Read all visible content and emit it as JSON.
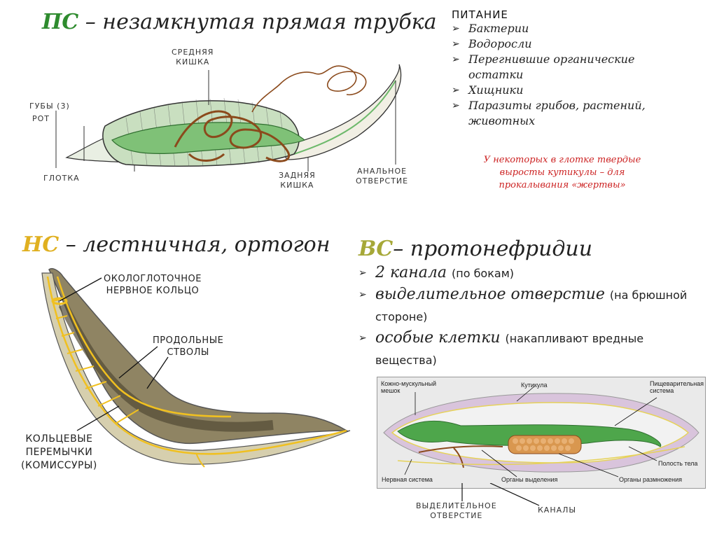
{
  "ps": {
    "code": "ПС",
    "rest": " – незамкнутая прямая трубка",
    "labels": {
      "mid_gut_1": "СРЕДНЯЯ",
      "mid_gut_2": "КИШКА",
      "lips": "ГУБЫ (3)",
      "mouth": "РОТ",
      "pharynx": "ГЛОТКА",
      "hind_gut_1": "ЗАДНЯЯ",
      "hind_gut_2": "КИШКА",
      "anus_1": "АНАЛЬНОЕ",
      "anus_2": "ОТВЕРСТИЕ"
    }
  },
  "nutrition": {
    "title": "ПИТАНИЕ",
    "items": [
      "Бактерии",
      "Водоросли",
      "Перегнившие органические остатки",
      "Хищники",
      "Паразиты грибов, растений, животных"
    ],
    "note": "У некоторых в глотке твердые выросты кутикулы – для прокалывания «жертвы»"
  },
  "ns": {
    "code": "НС",
    "rest": " – лестничная, ортогон",
    "labels": {
      "ring_1": "ОКОЛОГЛОТОЧНОЕ",
      "ring_2": "НЕРВНОЕ КОЛЬЦО",
      "trunks_1": "ПРОДОЛЬНЫЕ",
      "trunks_2": "СТВОЛЫ",
      "comm_1": "КОЛЬЦЕВЫЕ",
      "comm_2": "ПЕРЕМЫЧКИ",
      "comm_3": "(КОМИССУРЫ)"
    }
  },
  "vs": {
    "code": "ВС",
    "rest": "– протонефридии",
    "items": [
      {
        "main": "2 канала",
        "sub": "(по бокам)"
      },
      {
        "main": "выделительное отверстие",
        "sub": "(на брюшной стороне)"
      },
      {
        "main": "особые клетки",
        "sub": "(накапливают вредные вещества)"
      }
    ],
    "diagram": {
      "skin_1": "Кожно-мускульный",
      "skin_2": "мешок",
      "cuticle": "Кутикула",
      "digest_1": "Пищеварительная",
      "digest_2": "система",
      "cavity": "Полость тела",
      "nervous": "Нервная система",
      "excretory": "Органы выделения",
      "repro": "Органы размножения"
    },
    "labels": {
      "opening_1": "ВЫДЕЛИТЕЛЬНОЕ",
      "opening_2": "ОТВЕРСТИЕ",
      "channels": "КАНАЛЫ"
    }
  }
}
